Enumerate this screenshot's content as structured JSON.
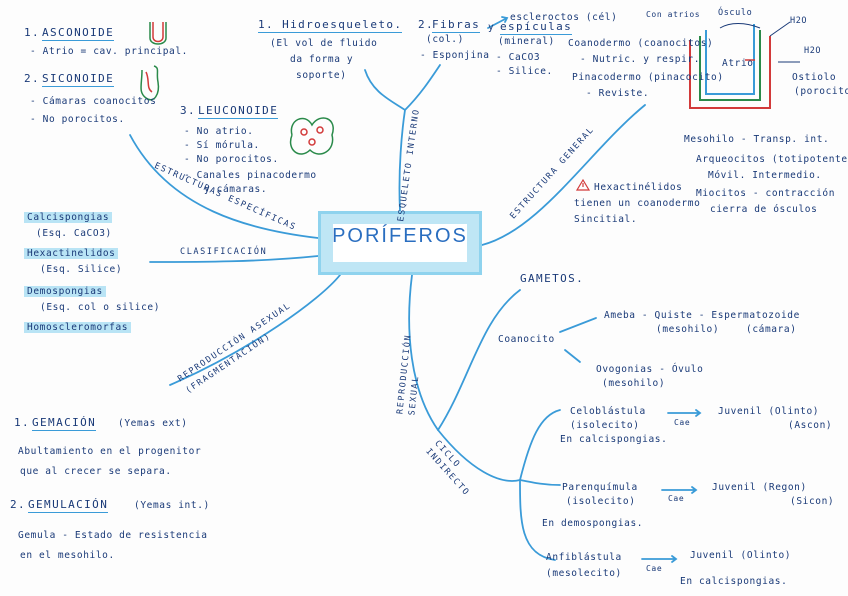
{
  "title": "PORÍFEROS",
  "branches": {
    "estructuras": "ESTRUCTURAS ESPECÍFICAS",
    "clasificacion": "CLASIFICACIÓN",
    "esqueleto": "ESQUELETO INTERNO",
    "estructura_general": "ESTRUCTURA GENERAL",
    "rep_asexual": "REPRODUCCIÓN ASEXUAL (FRAGMENTACIÓN)",
    "rep_sexual": "REPRODUCCIÓN SEXUAL",
    "ciclo": "CICLO INDIRECTO"
  },
  "asconoide": {
    "num": "1.",
    "title": "ASCONOIDE",
    "line1": "- Atrio = cav. principal."
  },
  "siconoide": {
    "num": "2.",
    "title": "SICONOIDE",
    "line1": "- Cámaras coanocitos",
    "line2": "- No porocitos."
  },
  "leuconoide": {
    "num": "3.",
    "title": "LEUCONOIDE",
    "line1": "- No atrio.",
    "line2": "- Sí mórula.",
    "line3": "- No porocitos.",
    "line4": "- Canales pinacodermo",
    "line5": "y cámaras."
  },
  "hidroesqueleto": {
    "title": "1. Hidroesqueleto.",
    "line1": "(El vol de fluido",
    "line2": "da forma y",
    "line3": "soporte)"
  },
  "fibras": {
    "num": "2.",
    "title": "Fibras",
    "sub1": "(col.)",
    "sub2": "- Esponjina",
    "y": "y",
    "espiculas": "espículas",
    "sub3": "(mineral)",
    "sub4": "- CaCO3",
    "sub5": "- Silice."
  },
  "escleroc": "escleroctos (cél)",
  "estructura": {
    "coanodermo": "Coanodermo (coanocitos)",
    "nutric": "- Nutric. y respir.",
    "pinacodermo": "Pinacodermo (pinacocito)",
    "reviste": "- Reviste.",
    "mesohilo": "Mesohilo - Transp. int.",
    "arqueocitos": "Arqueocitos (totipotente)",
    "movil": "Móvil. Intermedio.",
    "miocitos": "Miocitos - contracción",
    "cierra": "cierra de ósculos",
    "hexa1": "Hexactinélidos",
    "hexa2": "tienen un coanodermo",
    "hexa3": "Sincitial."
  },
  "diagram": {
    "conatrios": "Con atrios",
    "osculo": "Ósculo",
    "h2o_a": "H2O",
    "h2o_b": "H2O",
    "atrio": "Atrio",
    "ostiolo": "Ostiolo",
    "porocito": "(porocito)"
  },
  "clasificacion": {
    "calci": "Calcispongias",
    "calci_sub": "(Esq. CaCO3)",
    "hexa": "Hexactinelidos",
    "hexa_sub": "(Esq. Silice)",
    "demo": "Demospongias",
    "demo_sub": "(Esq. col o silice)",
    "homo": "Homoscleromorfas"
  },
  "asexual": {
    "gem_num": "1.",
    "gem_title": "GEMACIÓN",
    "gem_sub": "(Yemas ext)",
    "gem_d1": "Abultamiento en el progenitor",
    "gem_d2": "que al crecer se separa.",
    "gemu_num": "2.",
    "gemu_title": "GEMULACIÓN",
    "gemu_sub": "(Yemas int.)",
    "gemu_d1": "Gemula - Estado de resistencia",
    "gemu_d2": "en el mesohilo."
  },
  "sexual": {
    "gametos": "GAMETOS.",
    "coanocito": "Coanocito",
    "ameba": "Ameba - Quiste - Espermatozoide",
    "ameba_sub1": "(mesohilo)",
    "ameba_sub2": "(cámara)",
    "ovogonias": "Ovogonias - Óvulo",
    "ovo_sub": "(mesohilo)"
  },
  "ciclo": {
    "celo": "Celoblástula",
    "celo_sub": "(isolecito)",
    "juv1": "Juvenil (Olinto)",
    "juv1_sub": "(Ascon)",
    "cae1": "Cae",
    "calc1": "En calcispongias.",
    "paren": "Parenquímula",
    "paren_sub": "(isolecito)",
    "juv2": "Juvenil (Regon)",
    "juv2_sub": "(Sicon)",
    "cae2": "Cae",
    "demo": "En demospongias.",
    "anfi": "Anfiblástula",
    "anfi_sub": "(mesolecito)",
    "juv3": "Juvenil (Olinto)",
    "cae3": "Cae",
    "calc2": "En calcispongias."
  },
  "colors": {
    "ink": "#1a3a78",
    "accent": "#3a9bd8",
    "highlight": "#b9e4f5",
    "red": "#d23a3a",
    "green": "#2a8a4a"
  }
}
